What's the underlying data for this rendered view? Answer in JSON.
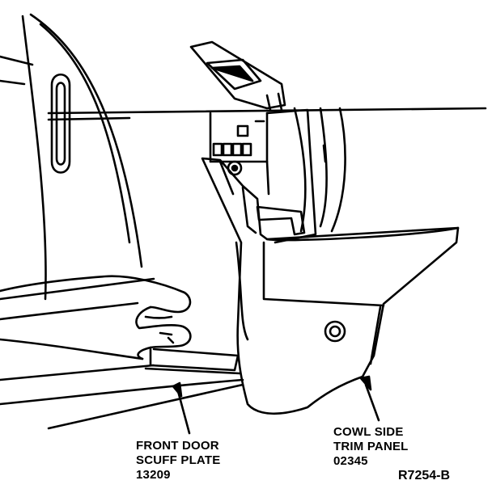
{
  "labels": {
    "scuff_plate": {
      "line1": "FRONT DOOR",
      "line2": "SCUFF PLATE",
      "part_number": "13209"
    },
    "cowl_panel": {
      "line1": "COWL SIDE",
      "line2": "TRIM PANEL",
      "part_number": "02345"
    }
  },
  "figure_code": "R7254-B",
  "colors": {
    "ink": "#000000",
    "paper": "#ffffff"
  }
}
